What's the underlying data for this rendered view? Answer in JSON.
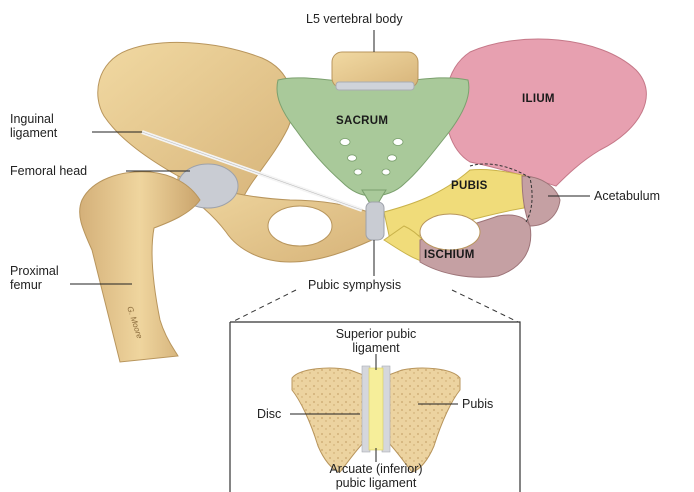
{
  "labels": {
    "l5": "L5 vertebral body",
    "inguinal": [
      "Inguinal",
      "ligament"
    ],
    "femoral_head": "Femoral head",
    "proximal_femur": [
      "Proximal",
      "femur"
    ],
    "pubic_symphysis": "Pubic symphysis",
    "acetabulum": "Acetabulum",
    "superior_pubic": [
      "Superior pubic",
      "ligament"
    ],
    "disc": "Disc",
    "pubis_inset": "Pubis",
    "arcuate": [
      "Arcuate (inferior)",
      "pubic ligament"
    ]
  },
  "bone_regions": {
    "sacrum": "SACRUM",
    "ilium": "ILIUM",
    "pubis": "PUBIS",
    "ischium": "ISCHIUM"
  },
  "signature": "G. Moore",
  "colors": {
    "bone": "#e8c98a",
    "bone_shadow": "#c9a66a",
    "sacrum": "#a9c99a",
    "ilium": "#e7a0b0",
    "pubis": "#f0dc7a",
    "ischium": "#c5a0a3",
    "cartilage": "#c9ccd3",
    "disc": "#f6ee9a"
  }
}
